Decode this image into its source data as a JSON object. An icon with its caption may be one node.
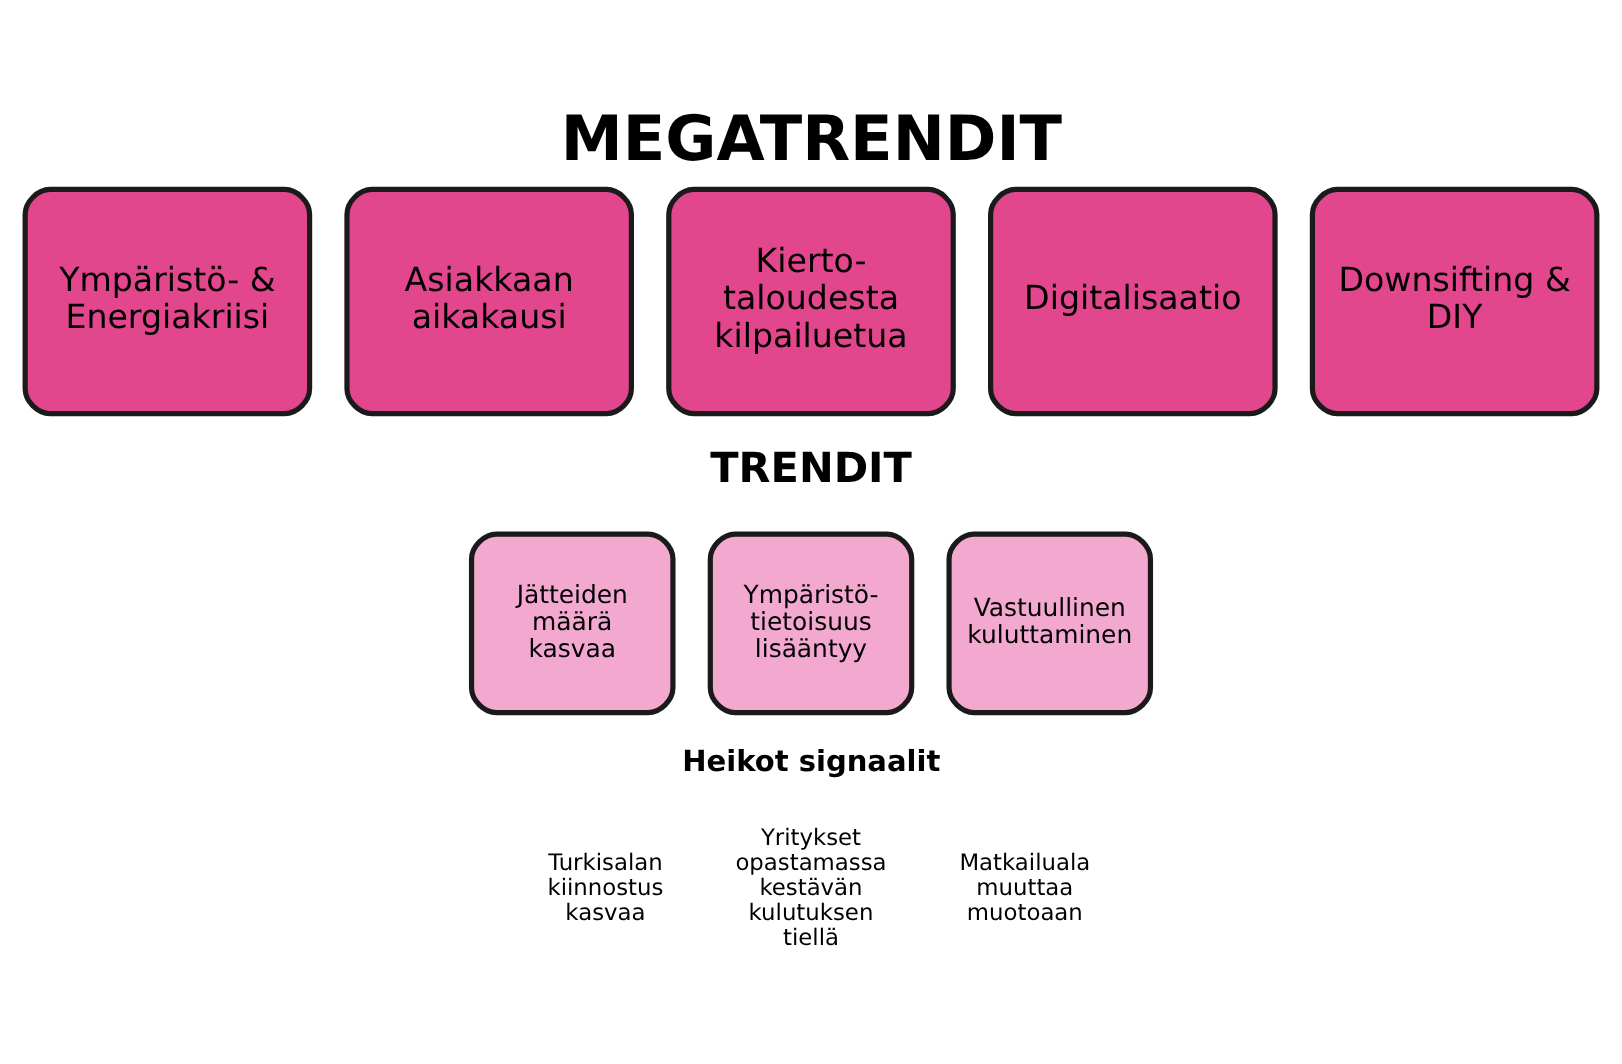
{
  "diagram": {
    "title": "MEGATRENDIT",
    "nodes": [
      {
        "text": [
          "Ympäristö- & Energiakriisi"
        ]
      },
      {
        "text": [
          "Asiakkaan aikakausi"
        ]
      },
      {
        "text": [
          "Kierto- taloudesta kilpailuetua"
        ]
      },
      {
        "text": [
          "Digitalisaatio"
        ]
      },
      {
        "text": [
          "Downsifting & DIY"
        ]
      },
      {
        "text": [
          "Jätteiden määrä kasvaa"
        ]
      },
      {
        "text": [
          "Ympäristö- tietoisuus lisääntyy"
        ]
      },
      {
        "text": [
          "Vastuullinen kuluttaminen"
        ]
      }
    ],
    "edges": [],
    "labels": [
      "TRENDIT",
      "Heikot signaalit",
      "Turkisalan kiinnostus kasvaa",
      "Yritykset opastamassa kestävän kulutuksen tiellä",
      "Matkailuala muuttaa muotoaan"
    ]
  }
}
